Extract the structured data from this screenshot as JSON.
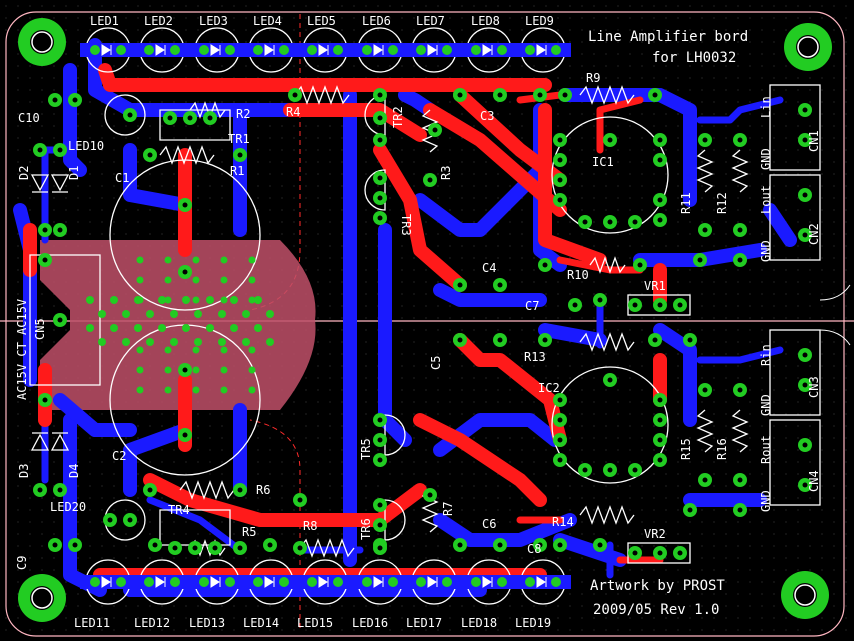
{
  "board": {
    "title_line1": "Line Amplifier bord",
    "title_line2": "for LH0032",
    "credit": "Artwork by PROST",
    "revision": "2009/05 Rev 1.0"
  },
  "leds_top": [
    "LED1",
    "LED2",
    "LED3",
    "LED4",
    "LED5",
    "LED6",
    "LED7",
    "LED8",
    "LED9"
  ],
  "leds_bottom": [
    "LED11",
    "LED12",
    "LED13",
    "LED14",
    "LED15",
    "LED16",
    "LED17",
    "LED18",
    "LED19"
  ],
  "labels": {
    "led10": "LED10",
    "led20": "LED20",
    "c1": "C1",
    "c2": "C2",
    "c3": "C3",
    "c4": "C4",
    "c5": "C5",
    "c6": "C6",
    "c7": "C7",
    "c8": "C8",
    "c9": "C9",
    "c10": "C10",
    "r1": "R1",
    "r2": "R2",
    "r3": "R3",
    "r4": "R4",
    "r5": "R5",
    "r6": "R6",
    "r7": "R7",
    "r8": "R8",
    "r9": "R9",
    "r10": "R10",
    "r11": "R11",
    "r12": "R12",
    "r13": "R13",
    "r14": "R14",
    "r15": "R15",
    "r16": "R16",
    "tr1": "TR1",
    "tr2": "TR2",
    "tr3": "TR3",
    "tr4": "TR4",
    "tr5": "TR5",
    "tr6": "TR6",
    "ic1": "IC1",
    "ic2": "IC2",
    "vr1": "VR1",
    "vr2": "VR2",
    "d1": "D1",
    "d2": "D2",
    "d3": "D3",
    "d4": "D4",
    "cn1": "CN1",
    "cn2": "CN2",
    "cn3": "CN3",
    "cn4": "CN4",
    "cn5": "CN5",
    "ac": "AC15V CT AC15V",
    "gnd": "GND",
    "lin": "Lin",
    "lout": "Lout",
    "rin": "Rin",
    "rout": "Rout"
  },
  "colors": {
    "background": "#000000",
    "top_copper": "#ff1a1a",
    "bottom_copper": "#1a1aff",
    "pad": "#22cc22",
    "silkscreen": "#ffffff",
    "ground_plane": "#c05068"
  }
}
